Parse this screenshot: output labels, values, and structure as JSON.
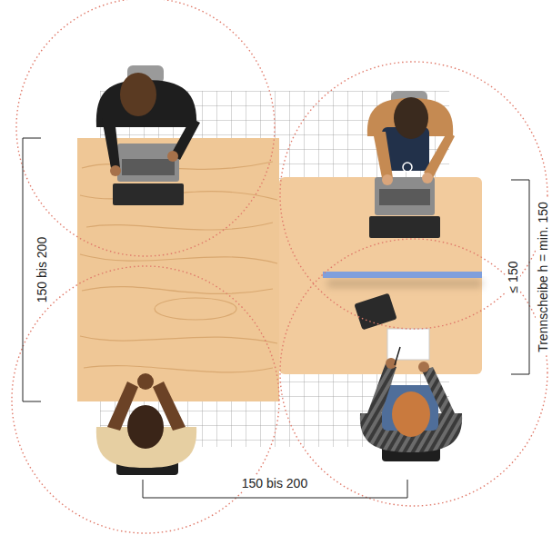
{
  "diagram": {
    "labels": [
      "150 bis 200",
      "150 bis 200",
      "≤ 150",
      "Trennscheibe h = min. 150"
    ]
  }
}
